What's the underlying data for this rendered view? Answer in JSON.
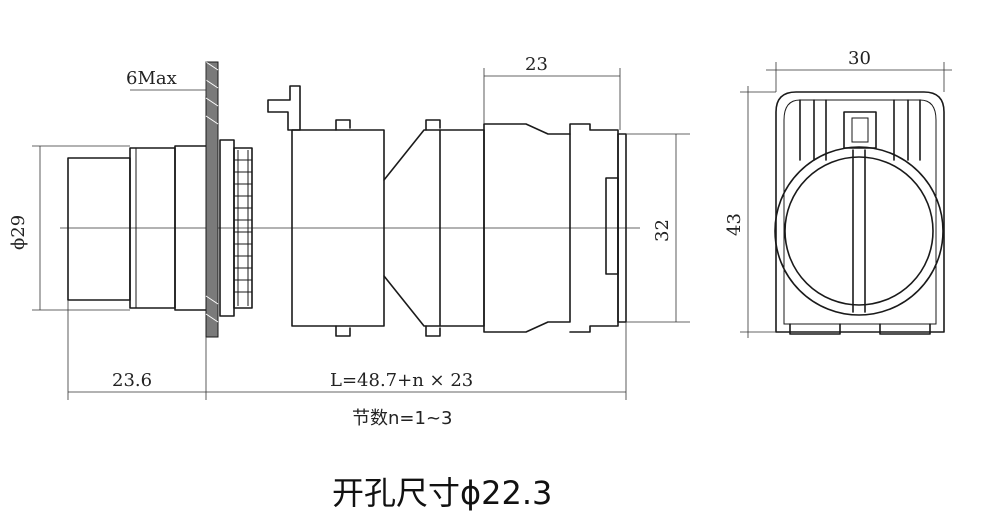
{
  "dimensions": {
    "flange_max": "6Max",
    "phi_29": "ϕ29",
    "body_length": "23",
    "front_depth": "23.6",
    "length_formula": "L=48.7+n × 23",
    "section_count": "节数n=1~3",
    "height_32": "32",
    "width_30": "30",
    "height_43": "43"
  },
  "caption": "开孔尺寸ϕ22.3",
  "colors": {
    "line": "#1a1a1a",
    "background": "#ffffff"
  }
}
